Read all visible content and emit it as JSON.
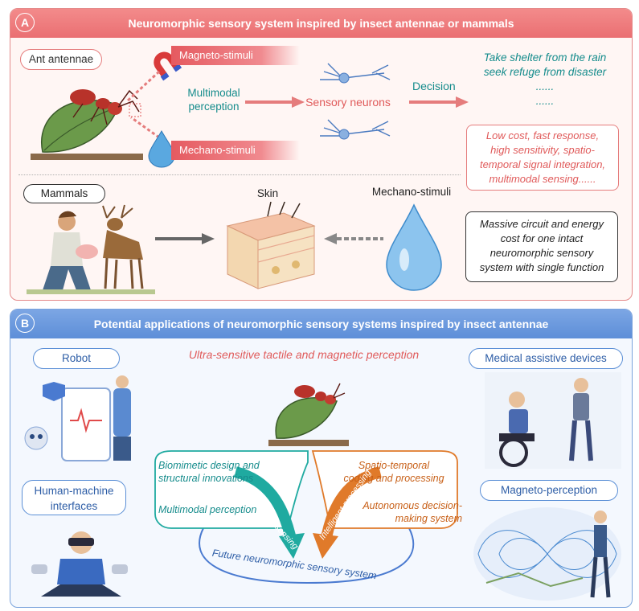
{
  "panel_a": {
    "letter": "A",
    "title": "Neuromorphic sensory system inspired by insect antennae or mammals",
    "ant_label": "Ant antennae",
    "magneto_label": "Magneto-stimuli",
    "mechano_label": "Mechano-stimuli",
    "multimodal": "Multimodal\nperception",
    "sensory_neurons": "Sensory neurons",
    "decision": "Decision",
    "outcomes": [
      "Take shelter from the rain",
      "seek refuge from disaster",
      "......",
      "......"
    ],
    "advantages": "Low cost, fast response,\nhigh sensitivity, spatio-\ntemporal signal integration,\nmultimodal sensing......",
    "mammals_label": "Mammals",
    "skin_label": "Skin",
    "mammal_stimuli": "Mechano-stimuli",
    "disadvantage": "Massive circuit and energy\ncost for one intact\nneuromorphic sensory\nsystem with single function"
  },
  "panel_b": {
    "letter": "B",
    "title": "Potential applications of neuromorphic sensory systems inspired by insect antennae",
    "robot": "Robot",
    "hmi": "Human-machine\ninterfaces",
    "center_title": "Ultra-sensitive tactile and magnetic perception",
    "medical": "Medical assistive devices",
    "magneto": "Magneto-perception",
    "left_top": "Biomimetic design and\nstructural innovations",
    "left_bottom": "Multimodal perception",
    "right_top": "Spatio-temporal\ncoding and processing",
    "right_bottom": "Autonomous decision-\nmaking system",
    "arrow_left_label": "Advanced sensing",
    "arrow_right_label": "Intelligent processing",
    "bottom_label": "Future neuromorphic sensory system"
  },
  "colors": {
    "panel_a_header": "#ea6f72",
    "panel_b_header": "#5d8ed8",
    "teal": "#168c8c",
    "orange": "#e07a2a",
    "red_text": "#e05a5a"
  }
}
